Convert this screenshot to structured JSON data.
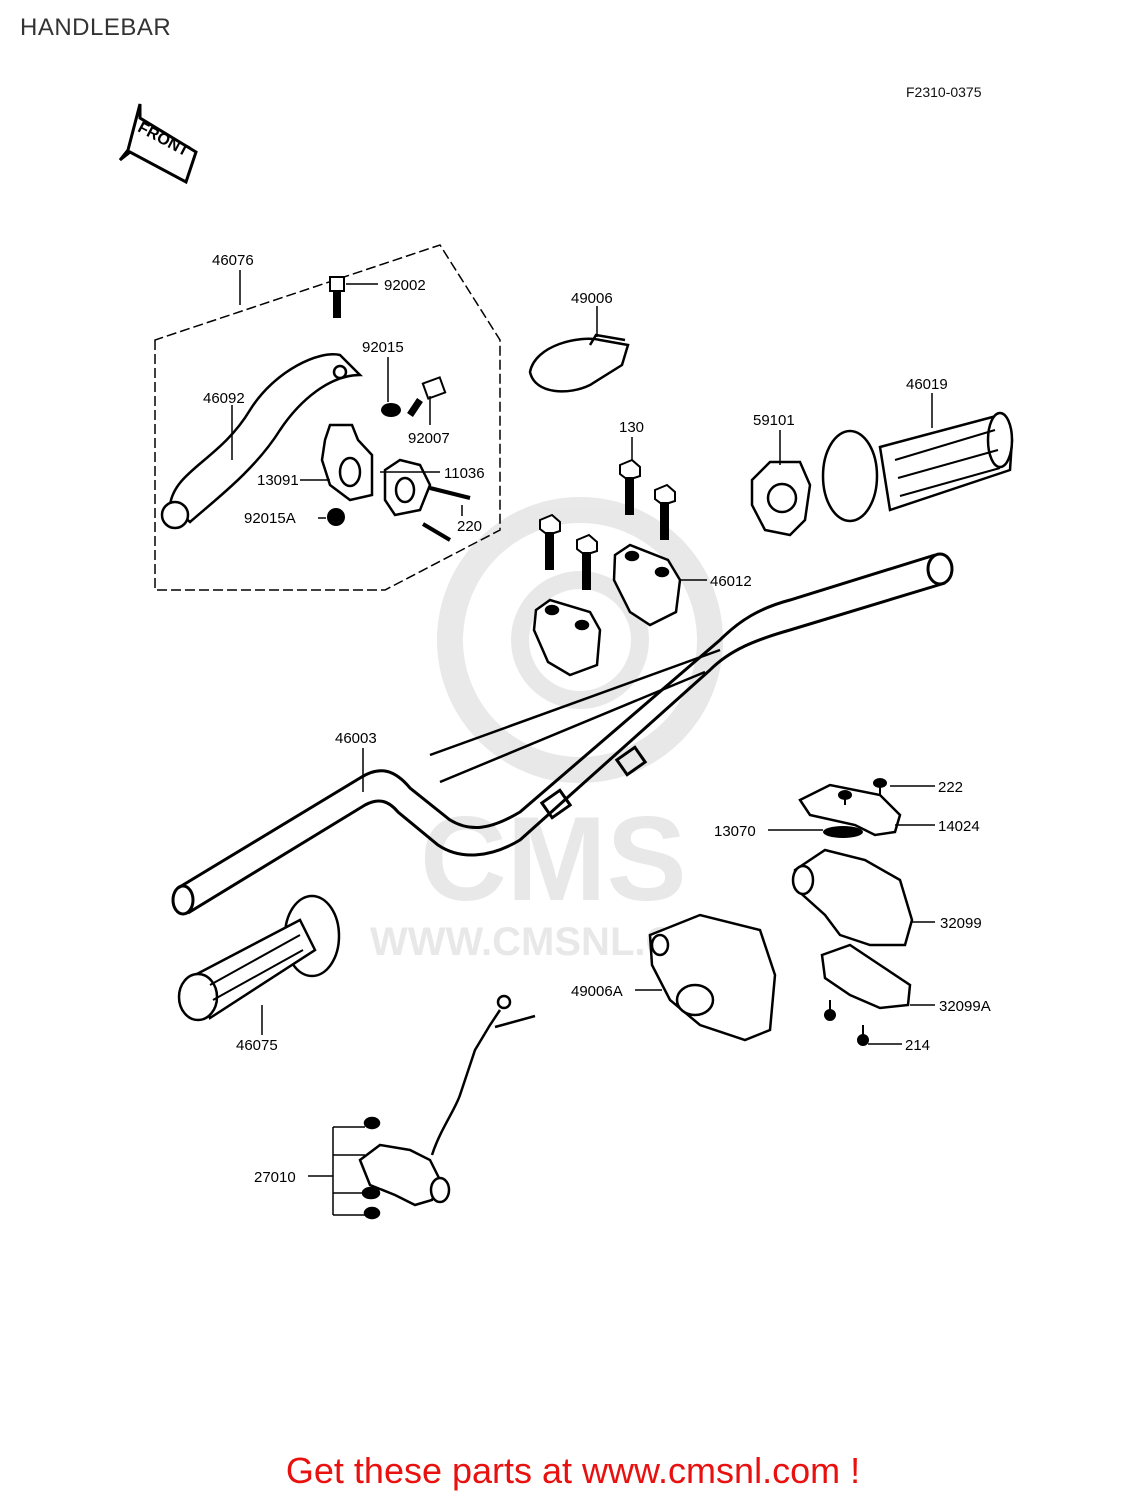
{
  "header": {
    "title": "HANDLEBAR",
    "figure_code": "F2310-0375"
  },
  "direction_arrow": {
    "label": "FRONT"
  },
  "watermark": {
    "brand": "CMS",
    "url": "WWW.CMSNL.COM"
  },
  "parts": {
    "p46076": "46076",
    "p92002": "92002",
    "p92015": "92015",
    "p46092": "46092",
    "p92007": "92007",
    "p13091": "13091",
    "p11036": "11036",
    "p92015A": "92015A",
    "p220": "220",
    "p49006": "49006",
    "p130": "130",
    "p59101": "59101",
    "p46019": "46019",
    "p46012": "46012",
    "p46003": "46003",
    "p222": "222",
    "p13070": "13070",
    "p14024": "14024",
    "p32099": "32099",
    "p49006A": "49006A",
    "p32099A": "32099A",
    "p214": "214",
    "p46075": "46075",
    "p27010": "27010"
  },
  "footer": {
    "cta": "Get these parts at www.cmsnl.com !",
    "color": "#e8110f"
  }
}
